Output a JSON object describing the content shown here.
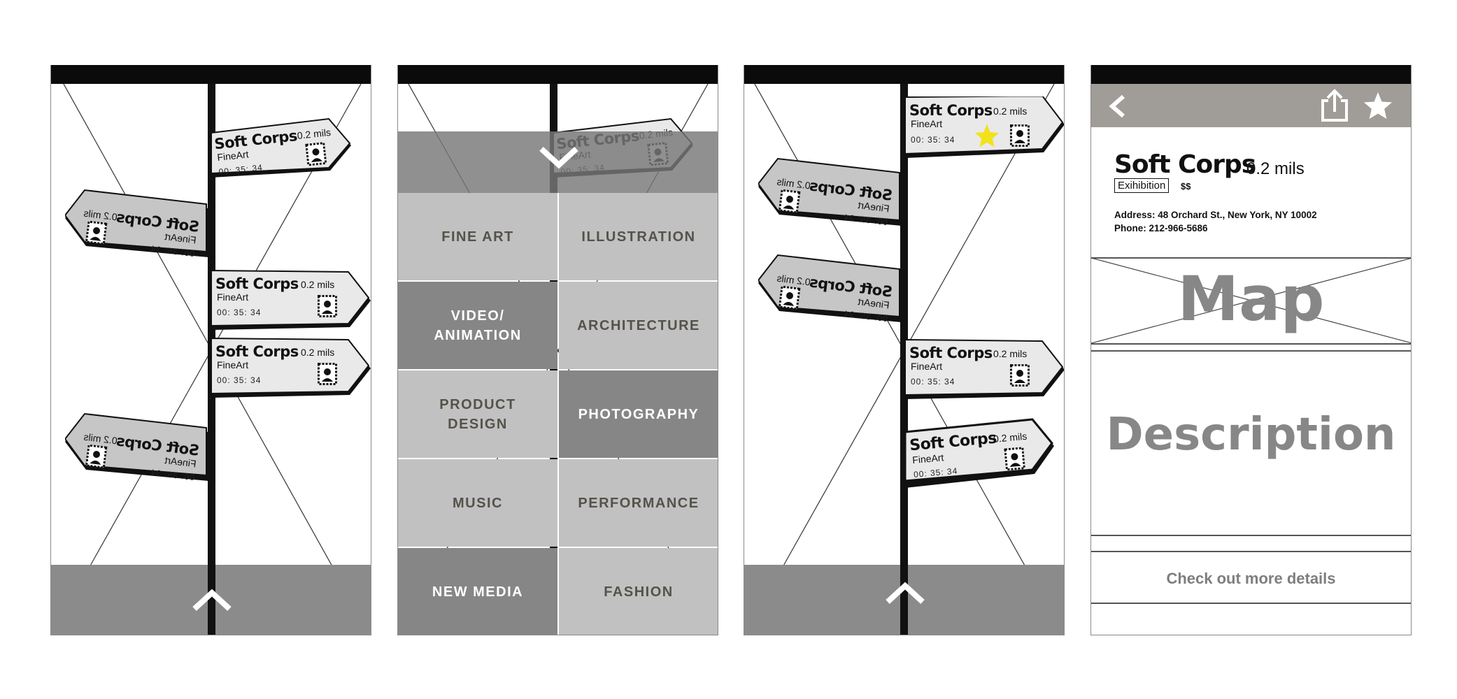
{
  "sign": {
    "name": "Soft Corps",
    "distance": "0.2 mils",
    "category": "FineArt",
    "time": "00: 35: 34"
  },
  "categories": {
    "fine_art": "FINE ART",
    "illustration": "ILLUSTRATION",
    "video_line1": "VIDEO/",
    "video_line2": "ANIMATION",
    "architecture": "ARCHITECTURE",
    "product_line1": "PRODUCT",
    "product_line2": "DESIGN",
    "photography": "PHOTOGRAPHY",
    "music": "MUSIC",
    "performance": "PERFORMANCE",
    "new_media": "NEW MEDIA",
    "fashion": "FASHION"
  },
  "detail": {
    "name": "Soft Corps",
    "distance": "0.2 mils",
    "tag": "Exihibition",
    "price": "$$",
    "address": "Address: 48 Orchard St., New York, NY 10002",
    "phone": "Phone: 212-966-5686",
    "map_placeholder": "Map",
    "description_placeholder": "Description",
    "more_details": "Check out more details"
  },
  "colors": {
    "statusbar": "#0b0b0b",
    "bottom_panel": "#8b8b8b",
    "grid_light": "#c1c1c1",
    "grid_dark": "#868686",
    "detail_bar": "#a09c97",
    "favorite_star": "#f2e21a"
  },
  "icons": [
    "chevron-up-icon",
    "chevron-down-icon",
    "back-icon",
    "share-icon",
    "star-icon",
    "portrait-frame-icon"
  ]
}
